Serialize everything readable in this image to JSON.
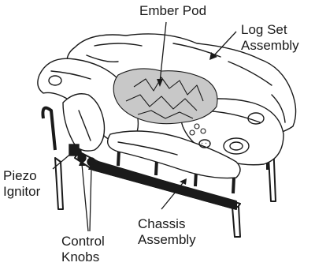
{
  "callouts": {
    "ember_pod": "Ember Pod",
    "log_set_line1": "Log Set",
    "log_set_line2": "Assembly",
    "piezo_line1": "Piezo",
    "piezo_line2": "Ignitor",
    "chassis_line1": "Chassis",
    "chassis_line2": "Assembly",
    "control_line1": "Control",
    "control_line2": "Knobs"
  },
  "colors": {
    "ink": "#1a1a1a",
    "log_fill": "#ffffff",
    "ember_fill": "#c8c8c8",
    "shadow_fill": "#d4d4d4"
  }
}
